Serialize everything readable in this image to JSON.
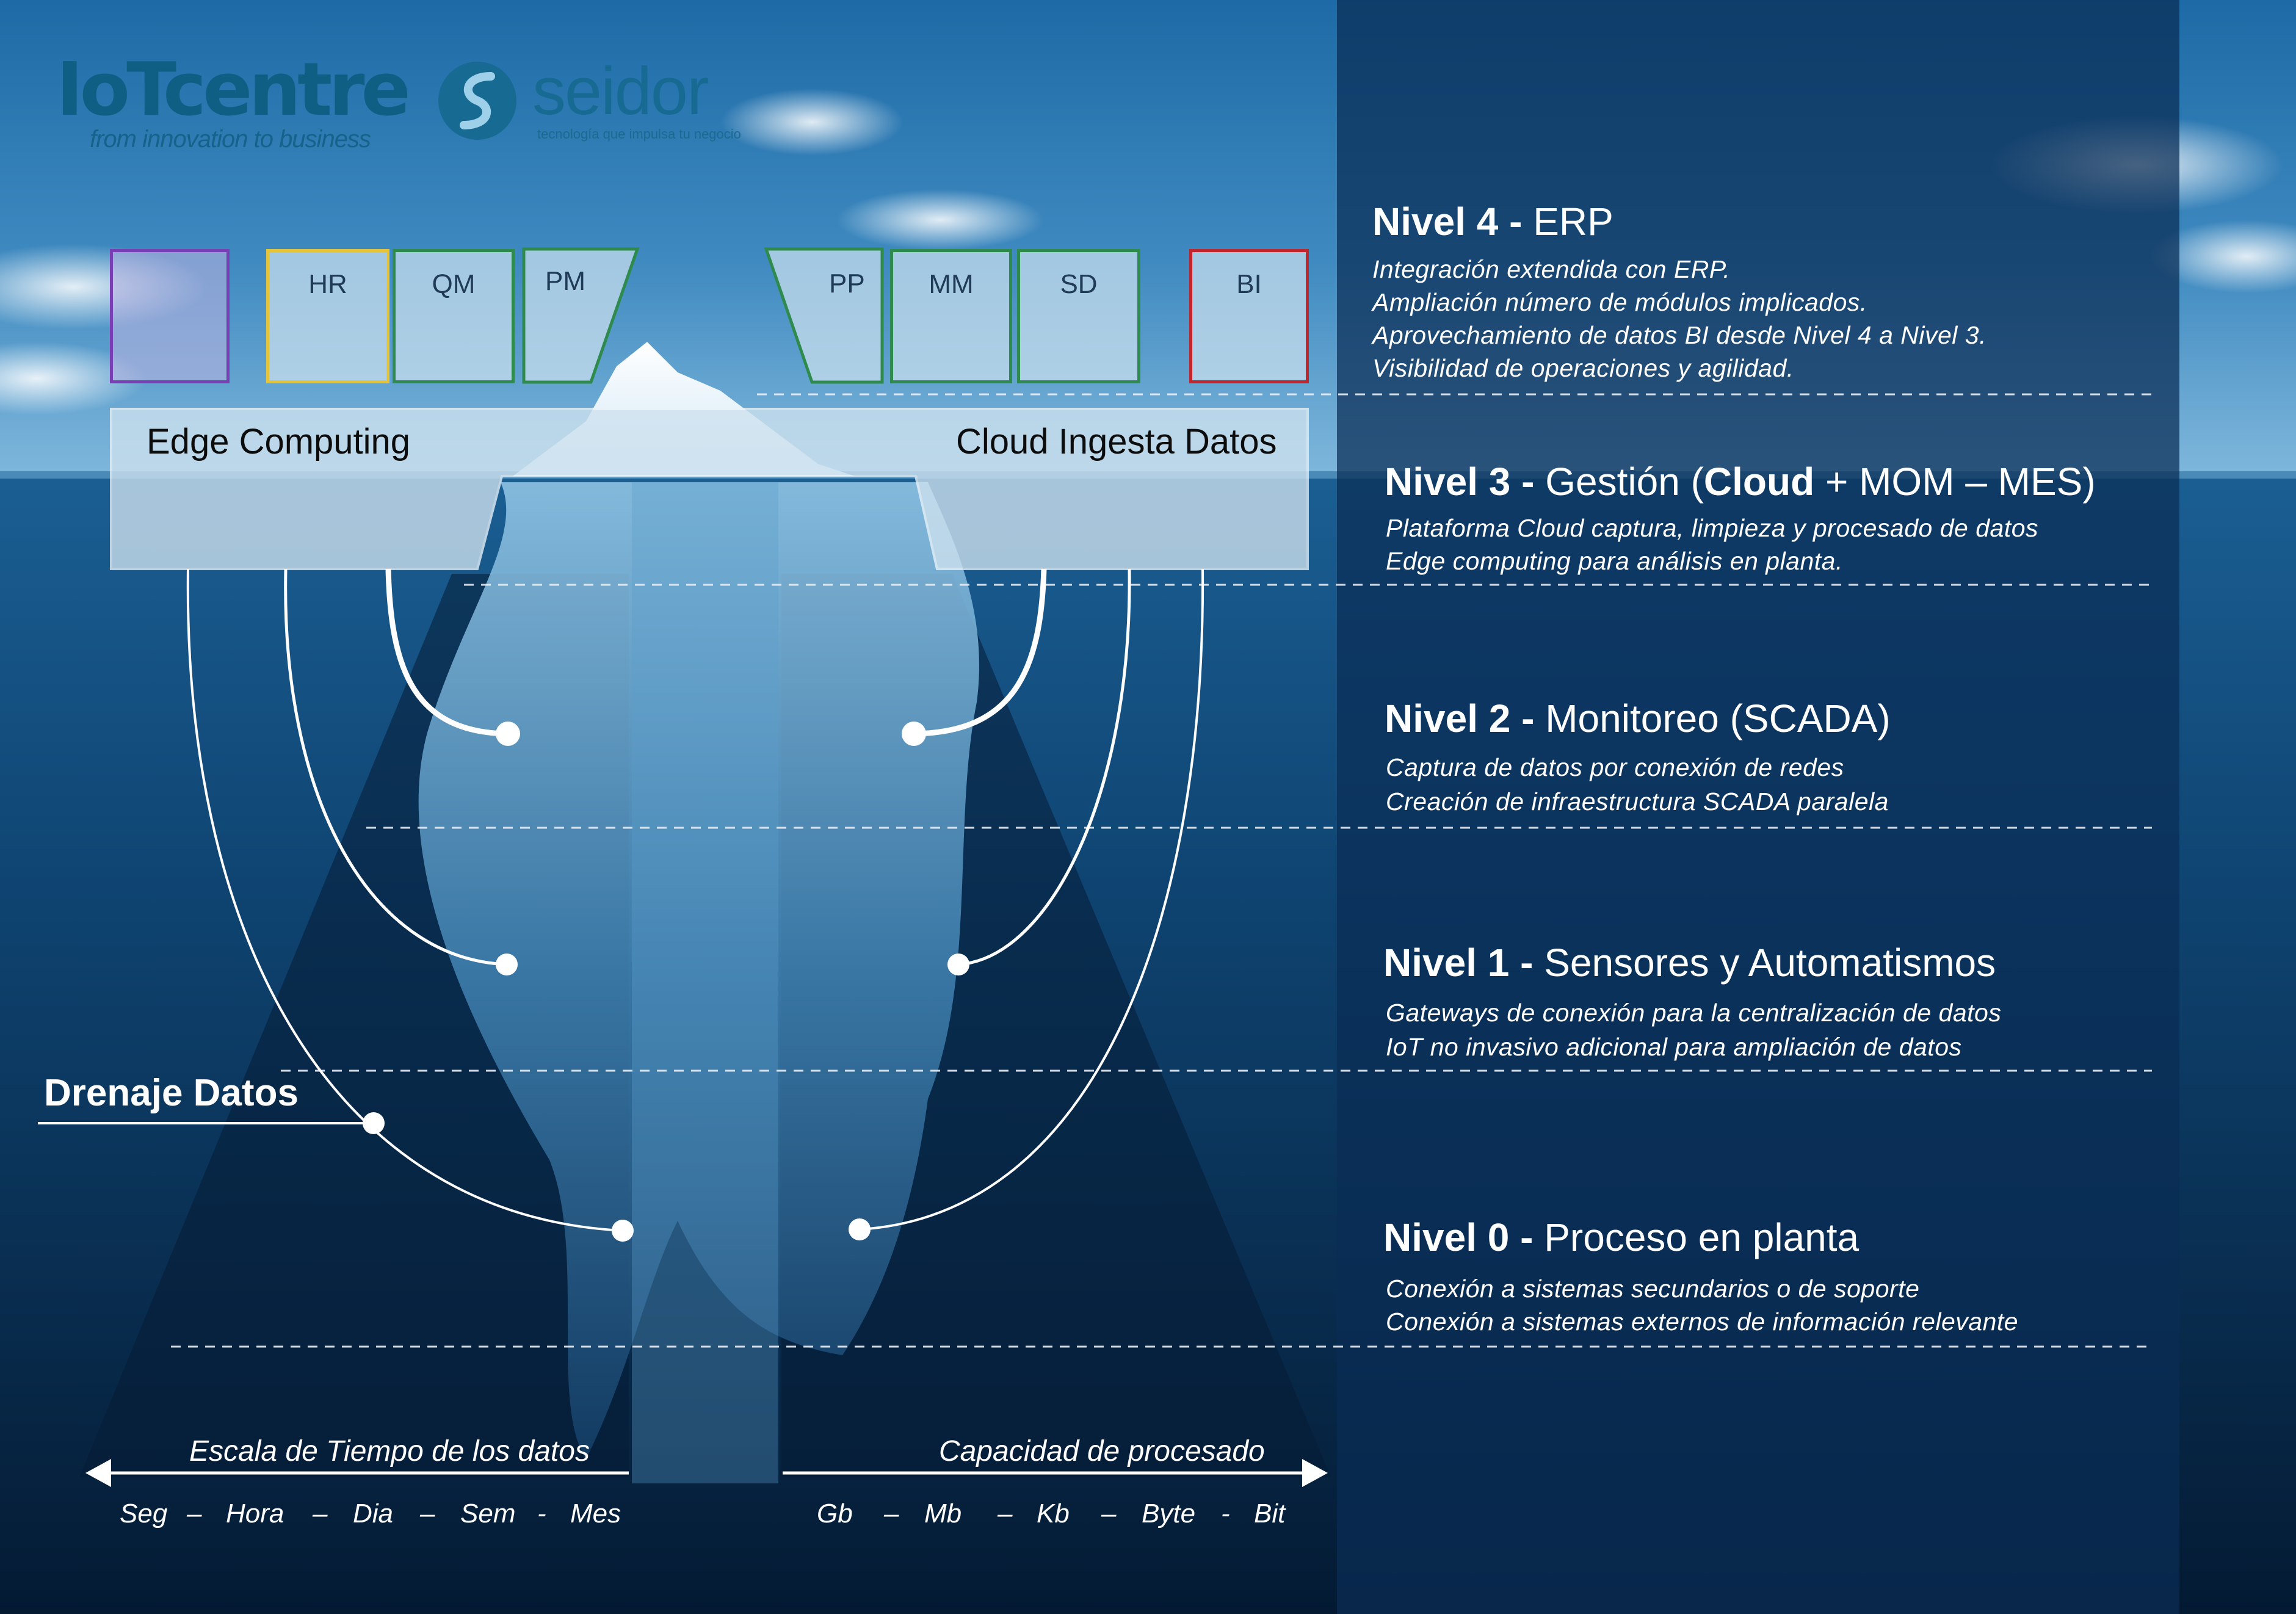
{
  "logos": {
    "iot_name": "IoTcentre",
    "iot_tagline": "from innovation to business",
    "seidor_name": "seidor",
    "seidor_tagline": "tecnología que impulsa tu negocio"
  },
  "modules": {
    "m1": "",
    "m2": "HR",
    "m3": "QM",
    "m4": "PM",
    "m5": "PP",
    "m6": "MM",
    "m7": "SD",
    "m8": "BI"
  },
  "colors": {
    "purple": "#7b3fb5",
    "yellow": "#e6c43a",
    "green": "#2f8a4e",
    "red": "#c0262d",
    "panel": "#cfe2ef",
    "sky_top": "#1f6ea8",
    "deep": "#06223f"
  },
  "panel": {
    "left_label": "Edge Computing",
    "right_label": "Cloud Ingesta Datos"
  },
  "levels": {
    "l4": {
      "bold": "Nivel 4 -",
      "rest": " ERP",
      "lines": [
        "Integración extendida con ERP.",
        "Ampliación número de módulos implicados.",
        "Aprovechamiento de datos BI desde Nivel 4 a Nivel 3.",
        "Visibilidad de operaciones y agilidad."
      ]
    },
    "l3": {
      "bold": "Nivel 3 -",
      "rest1": " Gestión (",
      "bold2": "Cloud",
      "rest2": " + MOM – MES)",
      "lines": [
        "Plataforma Cloud captura, limpieza y procesado de datos",
        "Edge computing para análisis en planta."
      ]
    },
    "l2": {
      "bold": "Nivel 2 -",
      "rest": " Monitoreo (SCADA)",
      "lines": [
        "Captura de datos por conexión de redes",
        "Creación de infraestructura SCADA paralela"
      ]
    },
    "l1": {
      "bold": "Nivel 1 -",
      "rest": " Sensores y Automatismos",
      "lines": [
        "Gateways de conexión para la centralización de datos",
        "IoT no invasivo adicional para ampliación de datos"
      ]
    },
    "l0": {
      "bold": "Nivel 0 -",
      "rest": " Proceso en planta",
      "lines": [
        "Conexión a sistemas secundarios o de soporte",
        "Conexión a sistemas externos de información relevante"
      ]
    }
  },
  "drenaje": "Drenaje Datos",
  "scales": {
    "time_title": "Escala de Tiempo de los datos",
    "time_items": [
      "Seg",
      "–",
      "Hora",
      "–",
      "Dia",
      "–",
      "Sem",
      "-",
      "Mes"
    ],
    "capacity_title": "Capacidad de procesado",
    "capacity_items": [
      "Gb",
      "–",
      "Mb",
      "–",
      "Kb",
      "–",
      "Byte",
      "-",
      "Bit"
    ]
  }
}
